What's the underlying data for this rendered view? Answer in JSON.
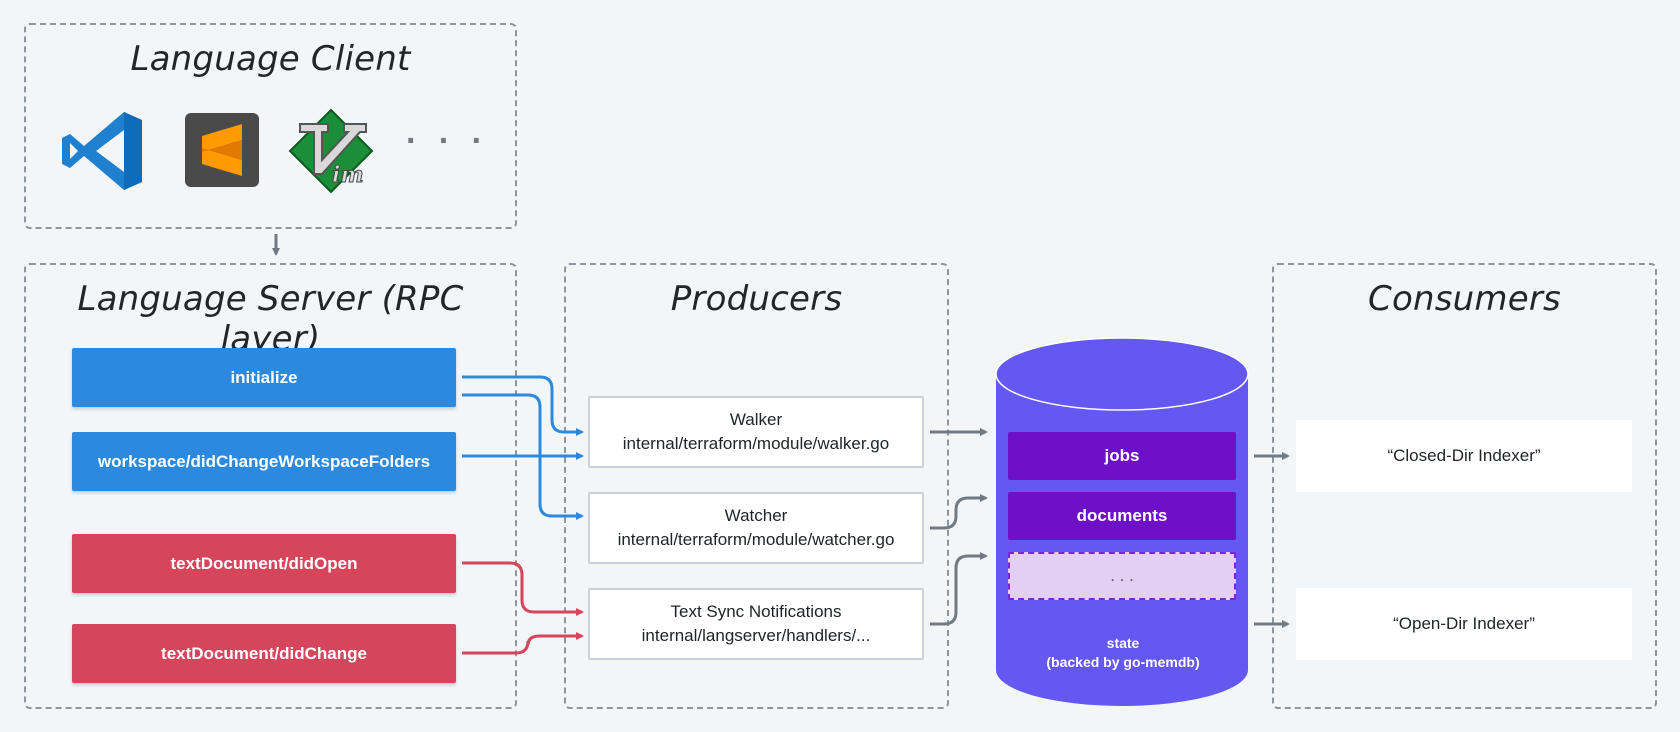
{
  "client": {
    "title": "Language Client",
    "icons": [
      "vscode-icon",
      "sublime-text-icon",
      "vim-icon"
    ],
    "more": "· · ·"
  },
  "server": {
    "title": "Language Server (RPC layer)",
    "methods": [
      {
        "label": "initialize",
        "color": "#2d89de"
      },
      {
        "label": "workspace/didChangeWorkspaceFolders",
        "color": "#2d89de"
      },
      {
        "label": "textDocument/didOpen",
        "color": "#d5455c"
      },
      {
        "label": "textDocument/didChange",
        "color": "#d5455c"
      }
    ]
  },
  "producers": {
    "title": "Producers",
    "items": [
      {
        "name": "Walker",
        "path": "internal/terraform/module/walker.go"
      },
      {
        "name": "Watcher",
        "path": "internal/terraform/module/watcher.go"
      },
      {
        "name": "Text Sync Notifications",
        "path": "internal/langserver/handlers/..."
      }
    ]
  },
  "state": {
    "tables": [
      "jobs",
      "documents",
      ". . ."
    ],
    "label_line1": "state",
    "label_line2": "(backed by go-memdb)",
    "color": "#6359f2",
    "table_color": "#6f10c9"
  },
  "consumers": {
    "title": "Consumers",
    "items": [
      "“Closed-Dir Indexer”",
      "“Open-Dir Indexer”"
    ]
  }
}
